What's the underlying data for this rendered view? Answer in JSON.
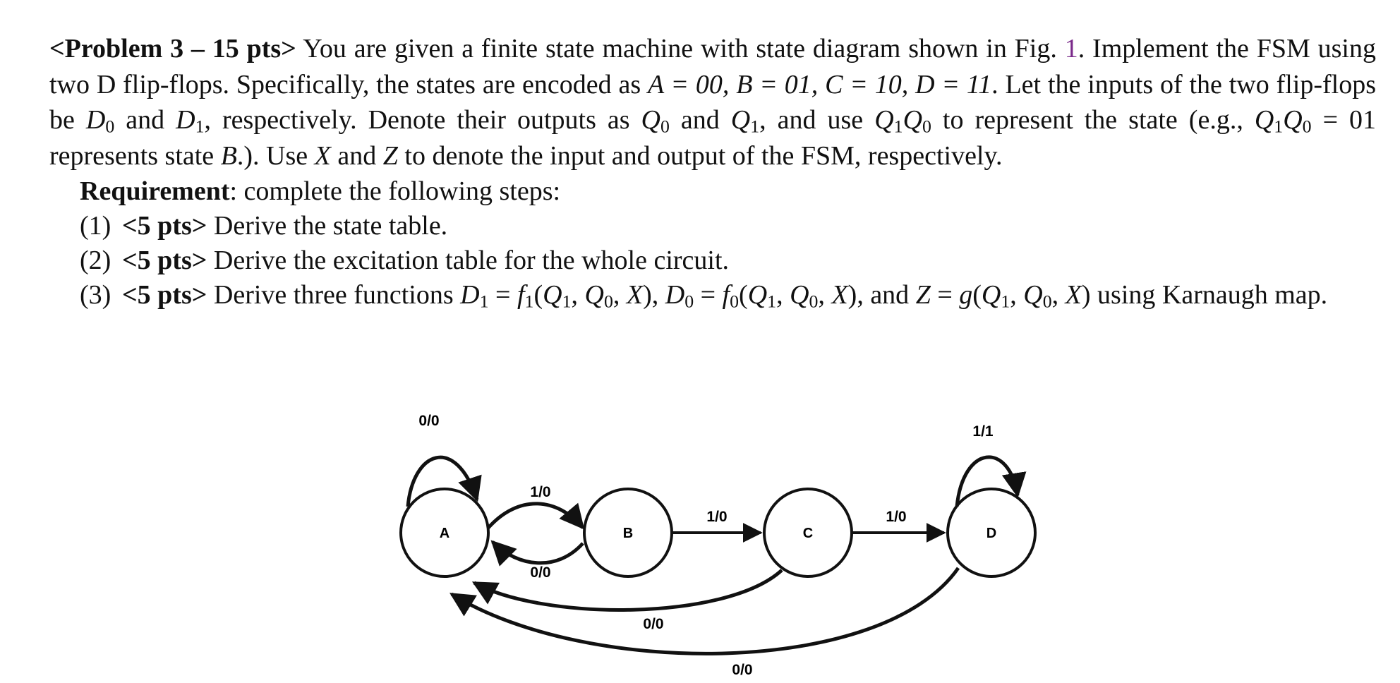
{
  "problem": {
    "heading": "<Problem 3 – 15 pts>",
    "part1": " You are given a finite state machine with state diagram shown in Fig. ",
    "fig_ref": "1",
    "part2": ". Implement the FSM using two D flip-flops. Specifically, the states are encoded as ",
    "encoding": "A = 00, B = 01, C = 10, D = 11",
    "part3": ". Let the inputs of the two flip-flops be ",
    "inputs_and": " and ",
    "part4": ", respectively. Denote their outputs as ",
    "part5": ", and use ",
    "part6": " to represent the state (e.g., ",
    "example_value": " = 01 represents state ",
    "example_state": "B",
    "part7": ".). Use ",
    "var_x": "X",
    "var_z": "Z",
    "part8": " to denote the input and output of the FSM, respectively."
  },
  "requirement": {
    "label": "Requirement",
    "text": ": complete the following steps:"
  },
  "steps": [
    {
      "num": "(1)",
      "pts": "<5 pts>",
      "text": " Derive the state table."
    },
    {
      "num": "(2)",
      "pts": "<5 pts>",
      "text": " Derive the excitation table for the whole circuit."
    },
    {
      "num": "(3)",
      "pts": "<5 pts>",
      "text_a": " Derive three functions ",
      "text_b": ", and ",
      "text_c": " using Karnaugh map."
    }
  ],
  "diagram": {
    "states": [
      "A",
      "B",
      "C",
      "D"
    ],
    "transitions": [
      {
        "from": "A",
        "to": "A",
        "label": "0/0"
      },
      {
        "from": "A",
        "to": "B",
        "label": "1/0"
      },
      {
        "from": "B",
        "to": "A",
        "label": "0/0"
      },
      {
        "from": "B",
        "to": "C",
        "label": "1/0"
      },
      {
        "from": "C",
        "to": "D",
        "label": "1/0"
      },
      {
        "from": "D",
        "to": "D",
        "label": "1/1"
      },
      {
        "from": "C",
        "to": "A",
        "label": "0/0"
      },
      {
        "from": "D",
        "to": "A",
        "label": "0/0"
      }
    ]
  }
}
